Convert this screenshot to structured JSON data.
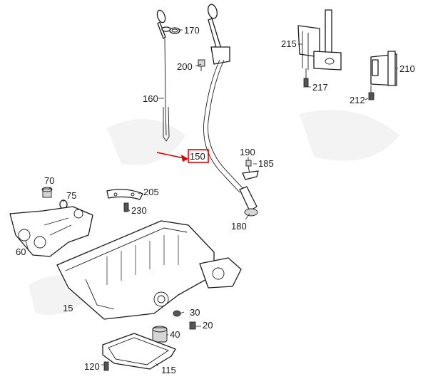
{
  "diagram": {
    "highlight_color": "#e00000",
    "highlighted_part": "150",
    "labels": {
      "p170": "170",
      "p200": "200",
      "p160": "160",
      "p150": "150",
      "p190": "190",
      "p185": "185",
      "p180": "180",
      "p215": "215",
      "p217": "217",
      "p210": "210",
      "p212": "212",
      "p70": "70",
      "p75": "75",
      "p205": "205",
      "p230": "230",
      "p60": "60",
      "p15": "15",
      "p30": "30",
      "p20": "20",
      "p40": "40",
      "p120": "120",
      "p115": "115"
    }
  }
}
